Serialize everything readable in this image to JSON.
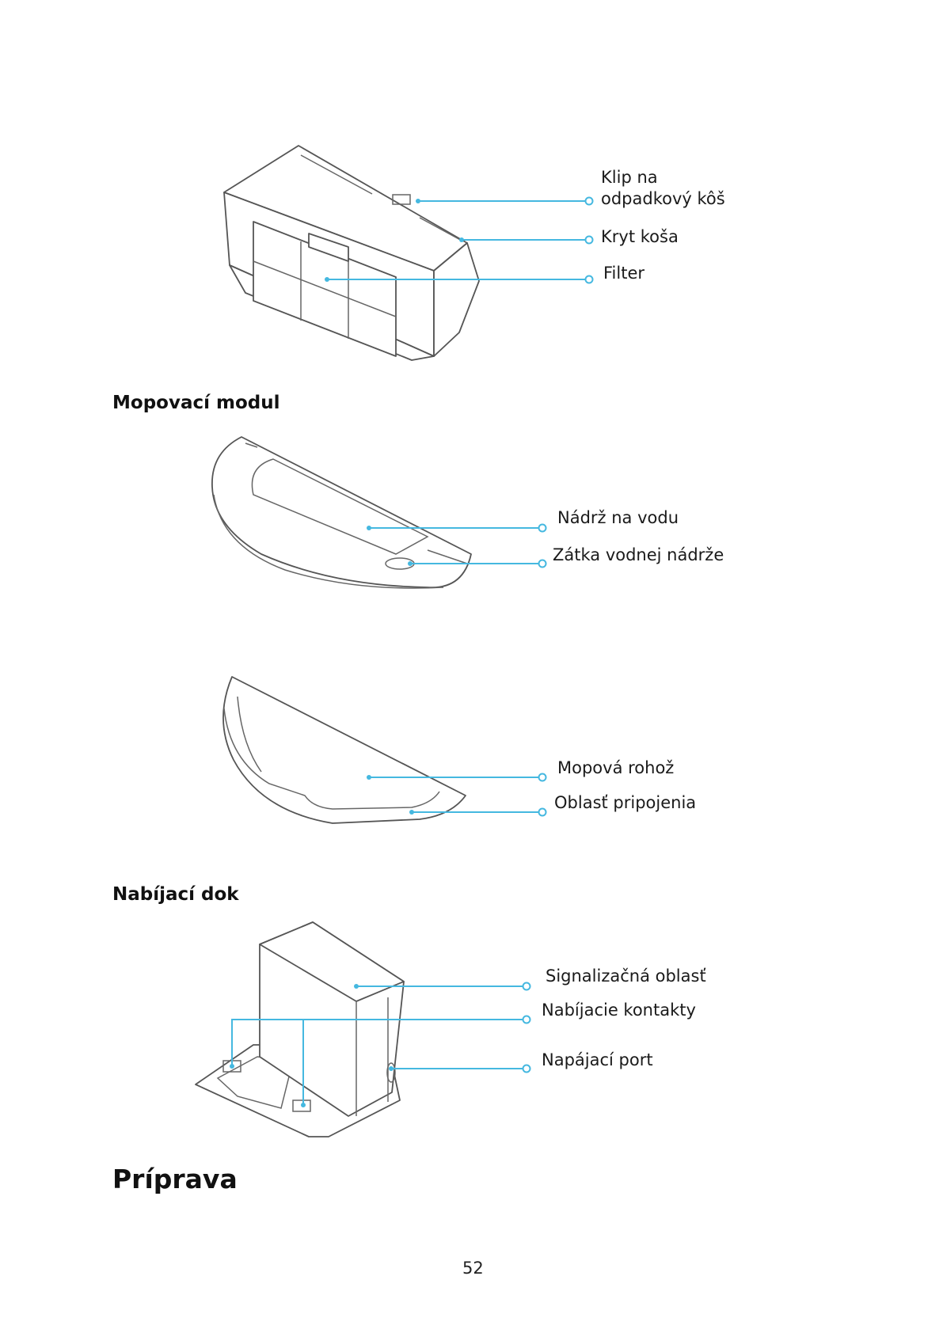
{
  "dustbin": {
    "labels": {
      "clip": [
        "Klip na",
        "odpadkový kôš"
      ],
      "cover": "Kryt koša",
      "filter": "Filter"
    }
  },
  "mop_section": {
    "heading": "Mopovací modul",
    "labels": {
      "water_tank": "Nádrž na vodu",
      "tank_stopper": "Zátka vodnej nádrže",
      "mop_pad": "Mopová rohož",
      "attachment_area": "Oblasť pripojenia"
    }
  },
  "dock_section": {
    "heading": "Nabíjací dok",
    "labels": {
      "signal_area": "Signalizačná oblasť",
      "charging_contacts": "Nabíjacie kontakty",
      "power_port": "Napájací port"
    }
  },
  "next_heading": "Príprava",
  "page_number": "52",
  "colors": {
    "leader_line": "#45b8e0",
    "drawing_stroke": "#555555"
  }
}
